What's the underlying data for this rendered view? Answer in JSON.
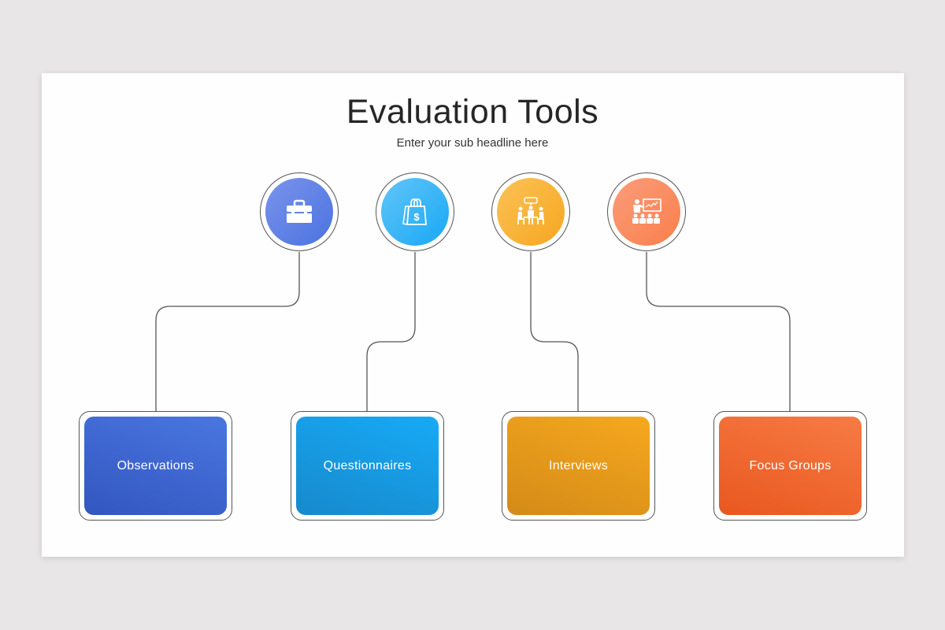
{
  "slide": {
    "title": "Evaluation Tools",
    "subtitle": "Enter your sub headline here"
  },
  "icons": [
    {
      "name": "briefcase-icon",
      "gradient": [
        "#7b93ec",
        "#4a73e0"
      ]
    },
    {
      "name": "shopping-bag-dollar-icon",
      "gradient": [
        "#62c5f7",
        "#18a8f6"
      ]
    },
    {
      "name": "meeting-table-icon",
      "gradient": [
        "#fbc256",
        "#f6a621"
      ]
    },
    {
      "name": "presentation-audience-icon",
      "gradient": [
        "#fb9c7a",
        "#f97f4c"
      ]
    }
  ],
  "boxes": [
    {
      "label": "Observations",
      "gradient": [
        "#4a76e0",
        "#3356c0"
      ]
    },
    {
      "label": "Questionnaires",
      "gradient": [
        "#17aaf6",
        "#1789cc"
      ]
    },
    {
      "label": "Interviews",
      "gradient": [
        "#f6a81e",
        "#d48a18"
      ]
    },
    {
      "label": "Focus Groups",
      "gradient": [
        "#f77b44",
        "#e8581f"
      ]
    }
  ],
  "connector_color": "#555555"
}
